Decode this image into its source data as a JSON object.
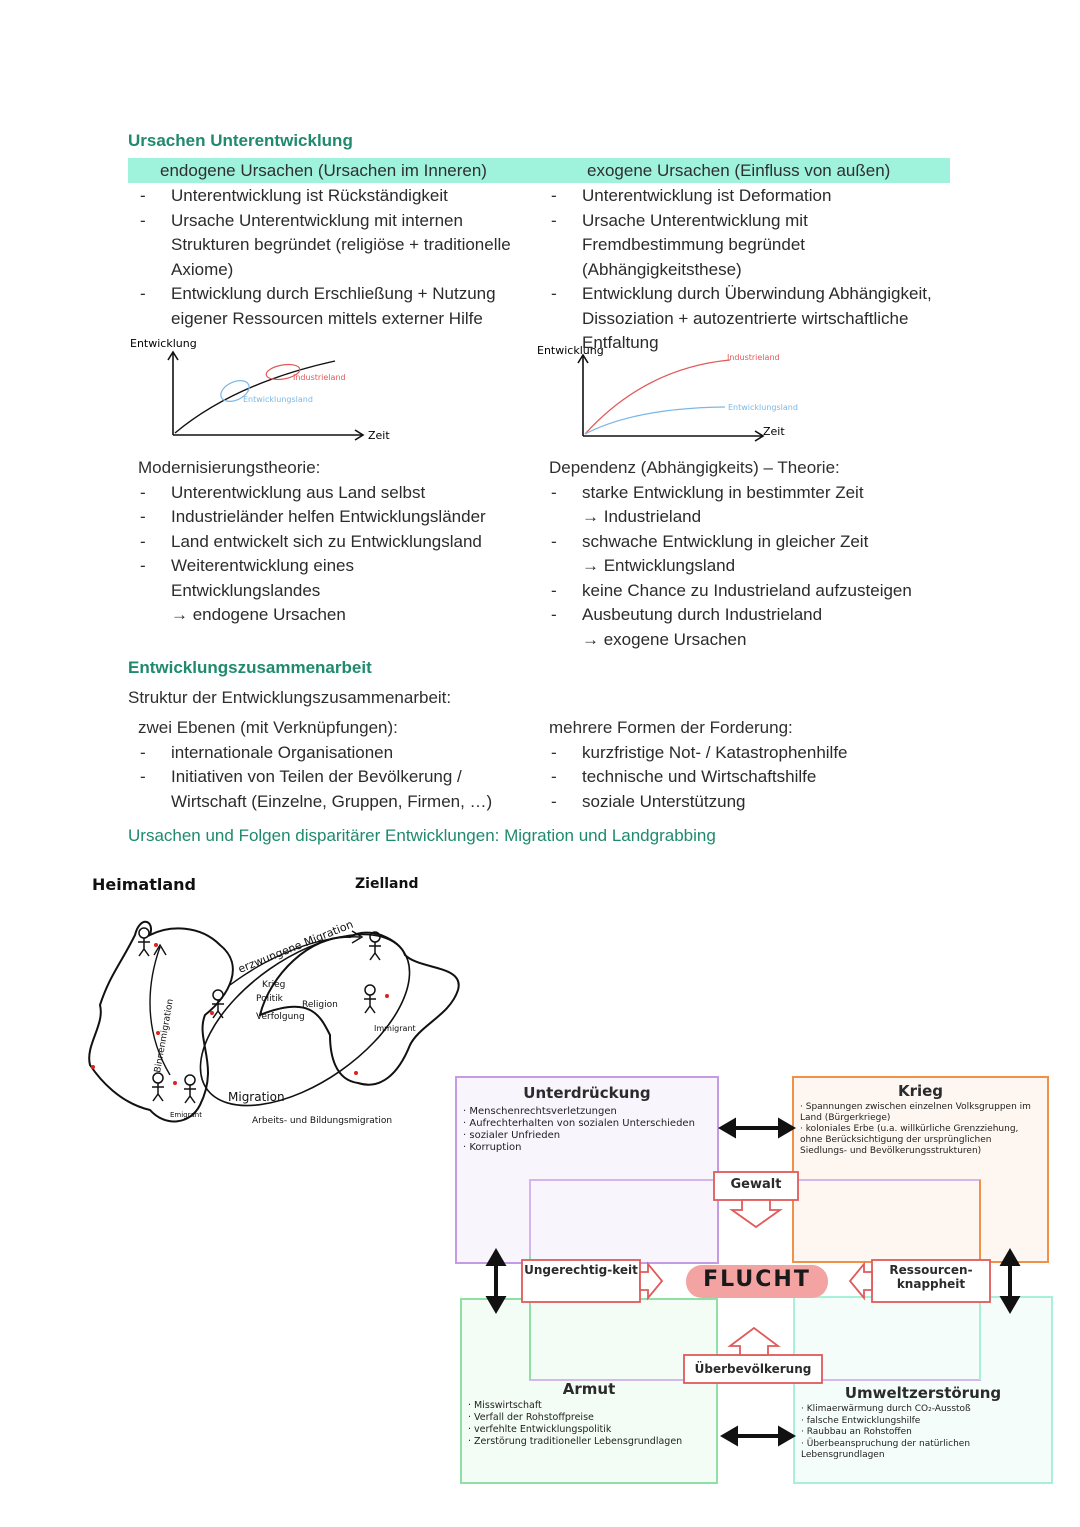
{
  "section1": {
    "title": "Ursachen Unterentwicklung",
    "endogen": {
      "header": "endogene Ursachen (Ursachen im Inneren)",
      "points": [
        "Unterentwicklung ist Rückständigkeit",
        "Ursache Unterentwicklung mit internen Strukturen begründet (religiöse + traditionelle Axiome)",
        "Entwicklung durch Erschließung + Nutzung eigener Ressourcen mittels externer Hilfe"
      ],
      "graph": {
        "ylabel": "Entwicklung",
        "xlabel": "Zeit",
        "label_industrie": "Industrieland",
        "label_entwicklung": "Entwicklungsland"
      }
    },
    "exogen": {
      "header": "exogene Ursachen (Einfluss von außen)",
      "points": [
        "Unterentwicklung ist Deformation",
        "Ursache Unterentwicklung mit Fremdbestimmung begründet (Abhängigkeitsthese)",
        "Entwicklung durch Überwindung Abhängigkeit, Dissoziation + autozentrierte wirtschaftliche Entfaltung"
      ],
      "graph": {
        "ylabel": "Entwicklung",
        "xlabel": "Zeit",
        "label_industrie": "Industrieland",
        "label_entwicklung": "Entwicklungsland"
      }
    },
    "modern": {
      "title": "Modernisierungstheorie:",
      "points": [
        "Unterentwicklung aus Land selbst",
        "Industrieländer helfen Entwicklungsländer",
        "Land entwickelt sich zu Entwicklungsland",
        "Weiterentwicklung eines Entwicklungslandes"
      ],
      "conclusion": "→ endogene Ursachen"
    },
    "dependenz": {
      "title": "Dependenz (Abhängigkeits) – Theorie:",
      "p1": "starke Entwicklung in bestimmter Zeit",
      "p1_arrow": "→ Industrieland",
      "p2": "schwache Entwicklung in gleicher Zeit",
      "p2_arrow": "→ Entwicklungsland",
      "p3": "keine Chance zu Industrieland aufzusteigen",
      "p4": "Ausbeutung durch Industrieland",
      "conclusion": "→ exogene Ursachen"
    }
  },
  "section2": {
    "title": "Entwicklungszusammenarbeit",
    "subtitle": "Struktur der Entwicklungszusammenarbeit:",
    "left_title": "zwei Ebenen (mit Verknüpfungen):",
    "left_points": [
      "internationale Organisationen",
      "Initiativen von Teilen der Bevölkerung / Wirtschaft (Einzelne, Gruppen, Firmen, …)"
    ],
    "right_title": "mehrere Formen der Forderung:",
    "right_points": [
      "kurzfristige Not- / Katastrophenhilfe",
      "technische und Wirtschaftshilfe",
      "soziale Unterstützung"
    ]
  },
  "section3": {
    "title": "Ursachen und Folgen disparitärer Entwicklungen: Migration und Landgrabbing",
    "map": {
      "label_home": "Heimatland",
      "label_target": "Zielland",
      "erzwungene": "erzwungene Migration",
      "reasons": [
        "Krieg",
        "Politik",
        "Religion",
        "Verfolgung"
      ],
      "binnen": "Binnenmigration",
      "emigrant": "Emigrant",
      "immigrant": "Immigrant",
      "migration": "Migration",
      "arbeit": "Arbeits- und Bildungsmigration"
    },
    "diagram": {
      "center": "FLUCHT",
      "unterdrueckung": {
        "title": "Unterdrückung",
        "items": [
          "Menschenrechtsverletzungen",
          "Aufrechterhalten von sozialen Unterschieden",
          "sozialer Unfrieden",
          "Korruption"
        ]
      },
      "krieg": {
        "title": "Krieg",
        "items": [
          "Spannungen zwischen einzelnen Volksgruppen im Land (Bürgerkriege)",
          "koloniales Erbe (u.a. willkürliche Grenzziehung, ohne Berücksichtigung der ursprünglichen Siedlungs- und Bevölkerungsstrukturen)"
        ]
      },
      "armut": {
        "title": "Armut",
        "items": [
          "Misswirtschaft",
          "Verfall der Rohstoffpreise",
          "verfehlte Entwicklungspolitik",
          "Zerstörung traditioneller Lebensgrundlagen"
        ]
      },
      "umwelt": {
        "title": "Umweltzerstörung",
        "items": [
          "Klimaerwärmung durch CO₂-Ausstoß",
          "falsche Entwicklungshilfe",
          "Raubbau an Rohstoffen",
          "Überbeanspruchung der natürlichen Lebensgrundlagen"
        ]
      },
      "gewalt": "Gewalt",
      "ungerechtigkeit": "Ungerechtig-keit",
      "ressourcen": "Ressourcen-knappheit",
      "ueberbev": "Überbevölkerung"
    }
  },
  "colors": {
    "heading_green": "#1f8a6d",
    "highlight_mint": "#9ff2dc",
    "purple": "#c59be6",
    "orange": "#f0914a",
    "green": "#8fe0a4",
    "mint": "#a8f0d6",
    "red": "#e05a5a",
    "flucht_fill": "#f4a3a3"
  }
}
